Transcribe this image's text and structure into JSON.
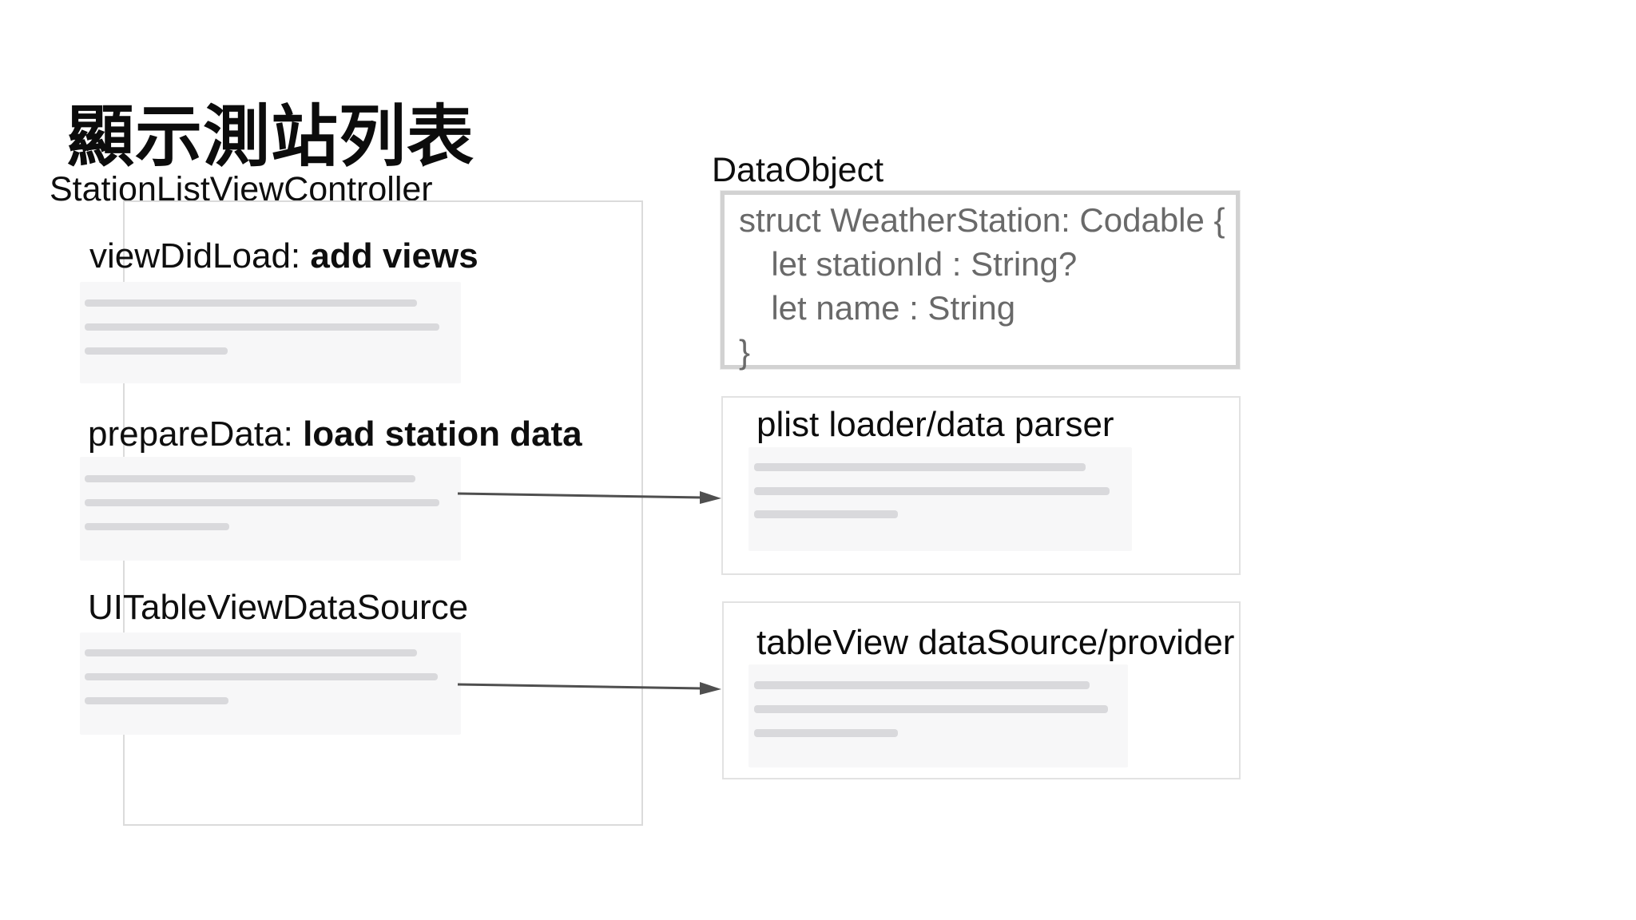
{
  "slide": {
    "title": "顯示測站列表"
  },
  "left_panel": {
    "label": "StationListViewController",
    "sections": [
      {
        "prefix": "viewDidLoad: ",
        "bold": "add views"
      },
      {
        "prefix": "prepareData: ",
        "bold": "load station data"
      },
      {
        "prefix": "UITableViewDataSource",
        "bold": ""
      }
    ]
  },
  "right_panel": {
    "label": "DataObject",
    "code": {
      "lines": [
        "struct WeatherStation: Codable {",
        "  let stationId : String?",
        "  let name : String",
        "}"
      ]
    },
    "plist_box": {
      "title": "plist loader/data parser"
    },
    "table_box": {
      "title": "tableView dataSource/provider"
    }
  },
  "colors": {
    "arrow": "#4f4f4f",
    "container_border": "#dbdbdb",
    "code_box_border": "#d2d2d2",
    "code_text": "#696969",
    "placeholder_background": "#f7f7f8",
    "placeholder_bar": "#d9d9dc"
  }
}
